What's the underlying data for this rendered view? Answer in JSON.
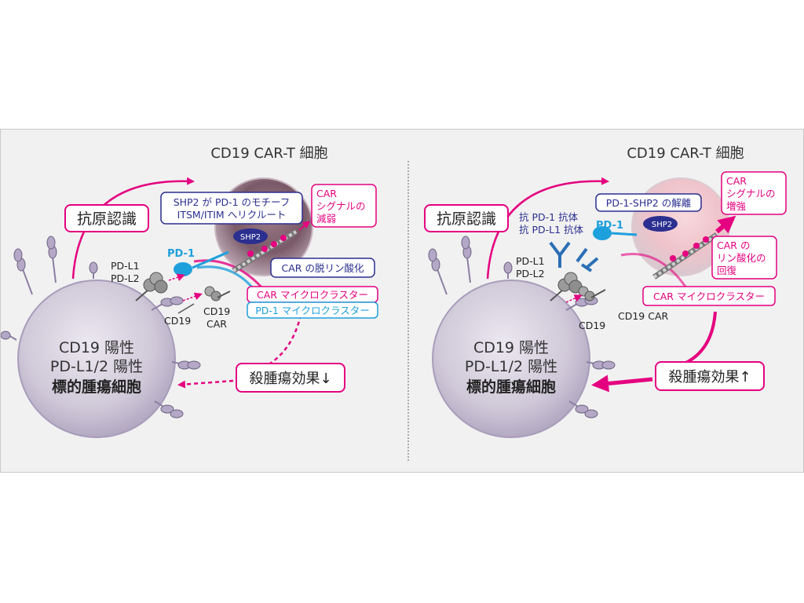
{
  "left": {
    "title": "CD19 CAR-T 細胞",
    "antigen_recognition": "抗原認識",
    "callout_shp2_line1": "SHP2 が PD-1 のモチーフ",
    "callout_shp2_line2": "ITSM/ITIM へリクルート",
    "car_signal_line1": "CAR",
    "car_signal_line2": "シグナルの",
    "car_signal_line3": "減弱",
    "shp2_label": "SHP2",
    "pd1_label": "PD-1",
    "pdl1_label": "PD-L1",
    "pdl2_label": "PD-L2",
    "dephos_label": "CAR の脱リン酸化",
    "car_micro_label": "CAR マイクロクラスター",
    "pd1_micro_label": "PD-1 マイクロクラスター",
    "cd19_label": "CD19",
    "cd19_car_line1": "CD19",
    "cd19_car_line2": "CAR",
    "killing_label": "殺腫瘍効果↓",
    "tumor_line1": "CD19 陽性",
    "tumor_line2": "PD-L1/2 陽性",
    "tumor_line3": "標的腫瘍細胞"
  },
  "right": {
    "title": "CD19 CAR-T 細胞",
    "antigen_recognition": "抗原認識",
    "antibody_line1": "抗 PD-1 抗体",
    "antibody_line2": "抗 PD-L1 抗体",
    "dissociation_label": "PD-1-SHP2 の解離",
    "pd1_label": "PD-1",
    "shp2_label": "SHP2",
    "car_signal_line1": "CAR",
    "car_signal_line2": "シグナルの",
    "car_signal_line3": "増強",
    "car_phos_line1": "CAR の",
    "car_phos_line2": "リン酸化の",
    "car_phos_line3": "回復",
    "pdl1_label": "PD-L1",
    "pdl2_label": "PD-L2",
    "car_micro_label": "CAR マイクロクラスター",
    "cd19_label": "CD19",
    "cd19_car_label": "CD19 CAR",
    "killing_label": "殺腫瘍効果↑",
    "tumor_line1": "CD19 陽性",
    "tumor_line2": "PD-L1/2 陽性",
    "tumor_line3": "標的腫瘍細胞"
  },
  "colors": {
    "magenta": "#e4007f",
    "blue_text": "#2b2f8f",
    "cyan": "#1ea0dc",
    "tumor_fill": "#cfc8d8",
    "receptor": "#b4a8c6",
    "background": "#f1f1f1"
  }
}
